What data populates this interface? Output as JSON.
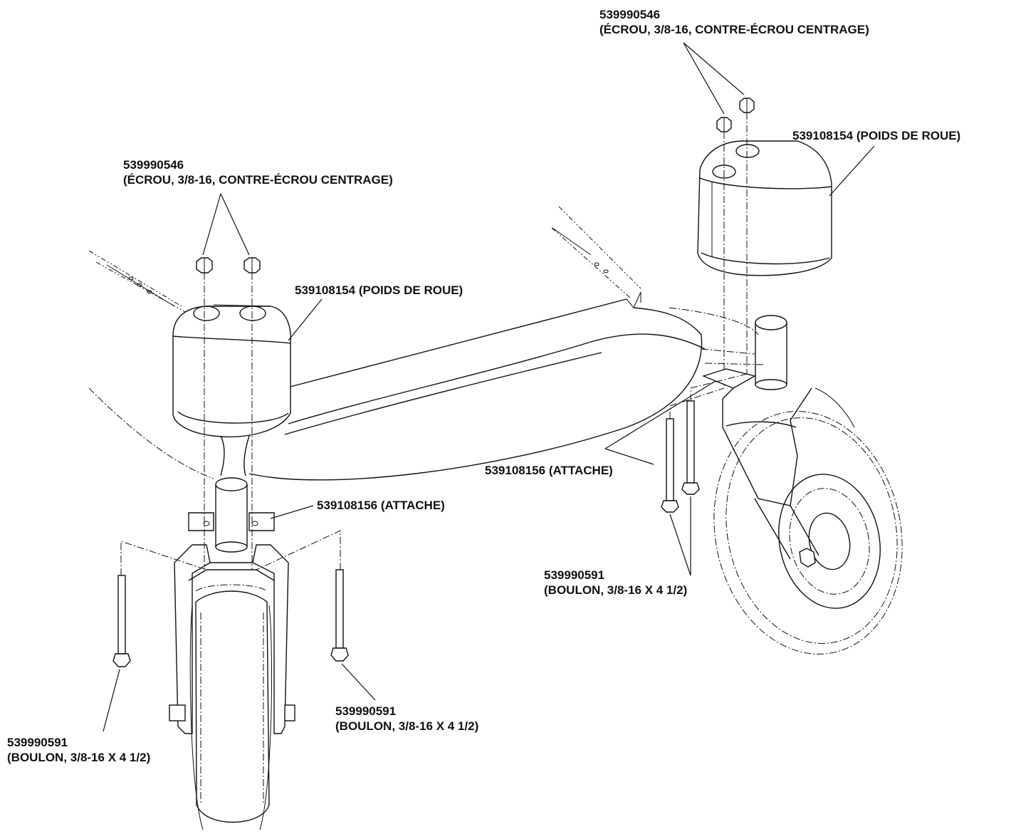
{
  "labels": {
    "nut_right": {
      "part": "539990546",
      "desc": "(ÉCROU, 3/8-16, CONTRE-ÉCROU CENTRAGE)"
    },
    "nut_left": {
      "part": "539990546",
      "desc": "(ÉCROU, 3/8-16, CONTRE-ÉCROU CENTRAGE)"
    },
    "weight_right": {
      "text": "539108154 (POIDS DE ROUE)"
    },
    "weight_left": {
      "text": "539108154 (POIDS DE ROUE)"
    },
    "bracket_right": {
      "text": "539108156  (ATTACHE)"
    },
    "bracket_left": {
      "text": "539108156  (ATTACHE)"
    },
    "bolt_right": {
      "part": "539990591",
      "desc": "(BOULON, 3/8-16 X 4 1/2)"
    },
    "bolt_center": {
      "part": "539990591",
      "desc": "(BOULON, 3/8-16 X 4 1/2)"
    },
    "bolt_left": {
      "part": "539990591",
      "desc": "(BOULON, 3/8-16 X 4 1/2)"
    }
  }
}
